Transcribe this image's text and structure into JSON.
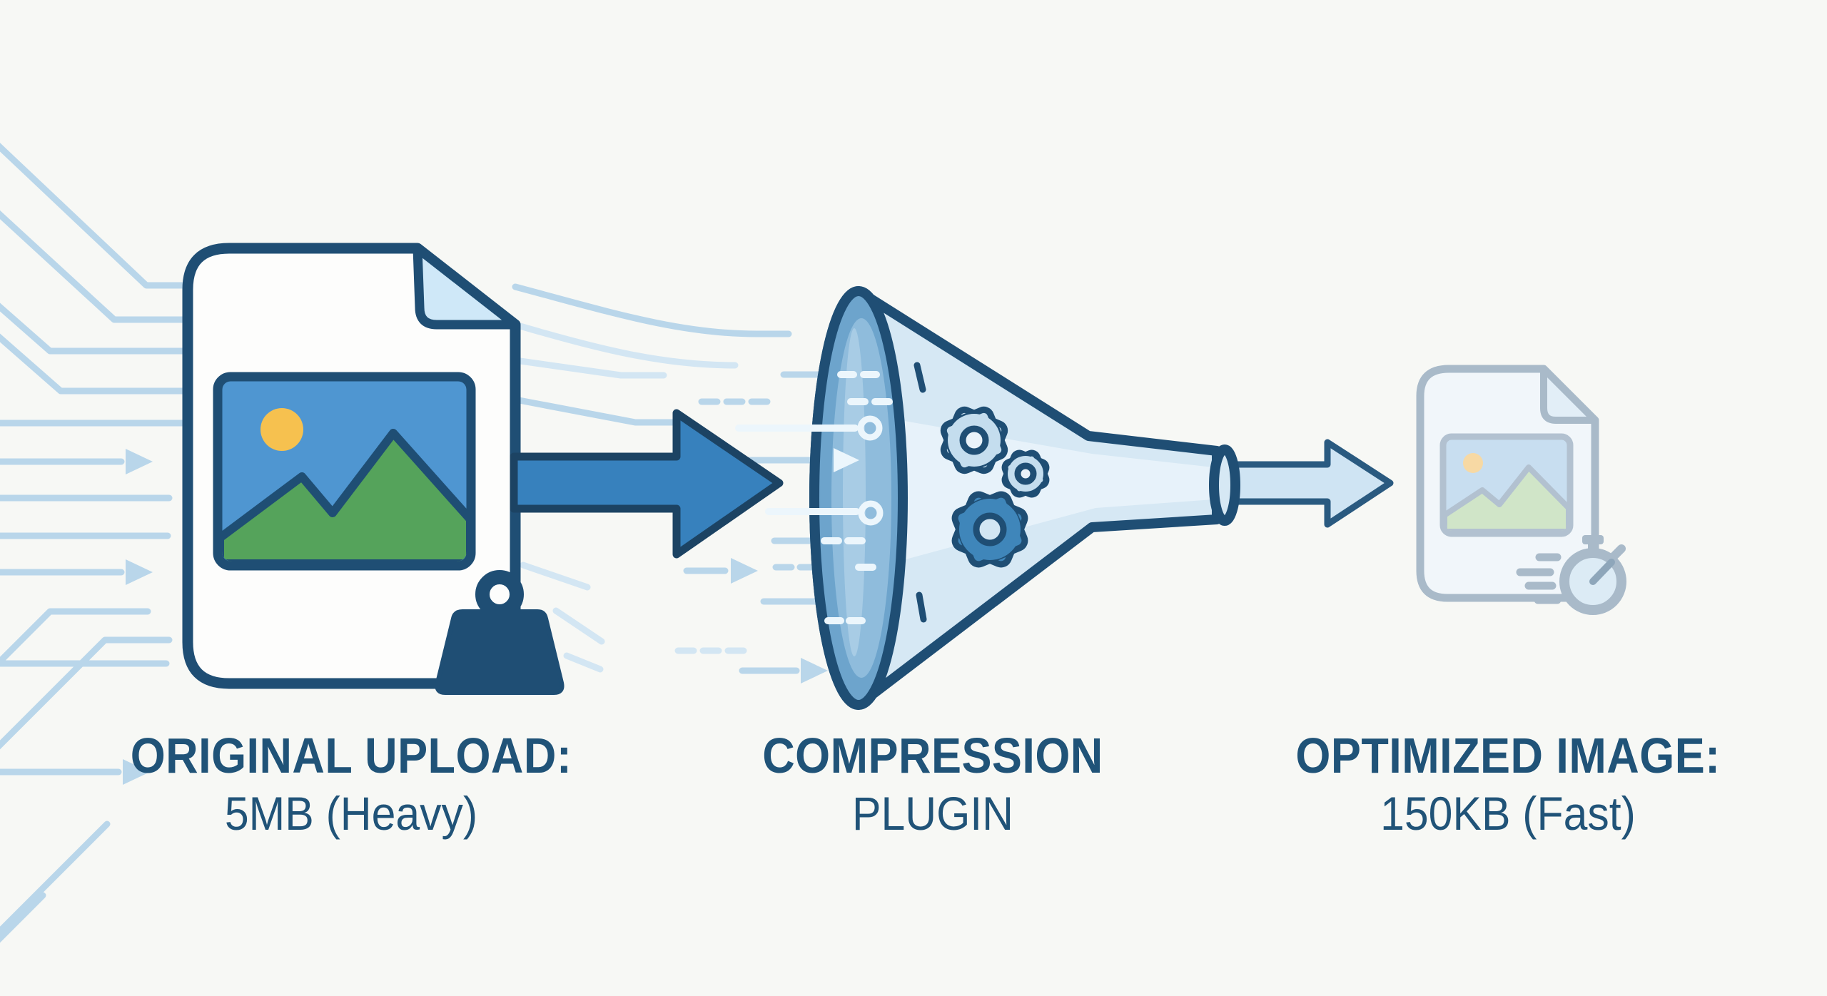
{
  "diagram": {
    "title": "Image compression workflow illustration",
    "stages": [
      {
        "id": "original-upload",
        "icon": "image-file-with-weight-icon",
        "label_line1": "ORIGINAL UPLOAD:",
        "label_line2": "5MB (Heavy)"
      },
      {
        "id": "compression-plugin",
        "icon": "funnel-with-gears-icon",
        "label_line1": "COMPRESSION",
        "label_line2": "PLUGIN"
      },
      {
        "id": "optimized-image",
        "icon": "image-file-with-stopwatch-icon",
        "label_line1": "OPTIMIZED IMAGE:",
        "label_line2": "150KB (Fast)"
      }
    ],
    "connectors": [
      {
        "from": "original-upload",
        "to": "compression-plugin",
        "style": "solid-blue-arrow"
      },
      {
        "from": "compression-plugin",
        "to": "optimized-image",
        "style": "outlined-light-arrow"
      }
    ],
    "decorations": [
      "circuit-traces-left",
      "data-flow-lines-into-funnel",
      "speed-lines-at-stopwatch"
    ],
    "colors": {
      "bg": "#f7f8f5",
      "navy": "#1f4e74",
      "navy-deep": "#1c4363",
      "doc-fill": "#fdfdfc",
      "fold": "#cfe8f8",
      "sky": "#4f96d1",
      "sun": "#f6c14f",
      "grass": "#55a35b",
      "arrow-blue": "#3781bd",
      "trace": "#b9d6ea",
      "trace-light": "#d3e6f3",
      "overlay-white": "#ecf6fc",
      "funnel-body": "#d6e8f4",
      "funnel-band": "#e7f2fa",
      "mouth": "#6da4cc",
      "mouth-inner": "#8fbcdc",
      "mouth-streak": "#aecfe7",
      "gear-light": "#c4ddee",
      "gear-dark": "#3f86ba",
      "gear-hole": "#e9f2f9",
      "gear-dark-hole": "#d2e6f3",
      "light-arrow-fill": "#cfe4f3",
      "light-arrow-stroke": "#2a5a80",
      "faded-stroke": "#a9bac9",
      "faded-page": "#f1f6fa",
      "faded-fold": "#e2eef7",
      "faded-sky": "#c8def0",
      "faded-sun": "#f7d9a4",
      "faded-grass": "#d0e5c8",
      "faded-thumb-stroke": "#b2c1d0",
      "watch-face": "#dcebf5",
      "watch-hand": "#8ea6ba",
      "text": "#205378"
    }
  }
}
